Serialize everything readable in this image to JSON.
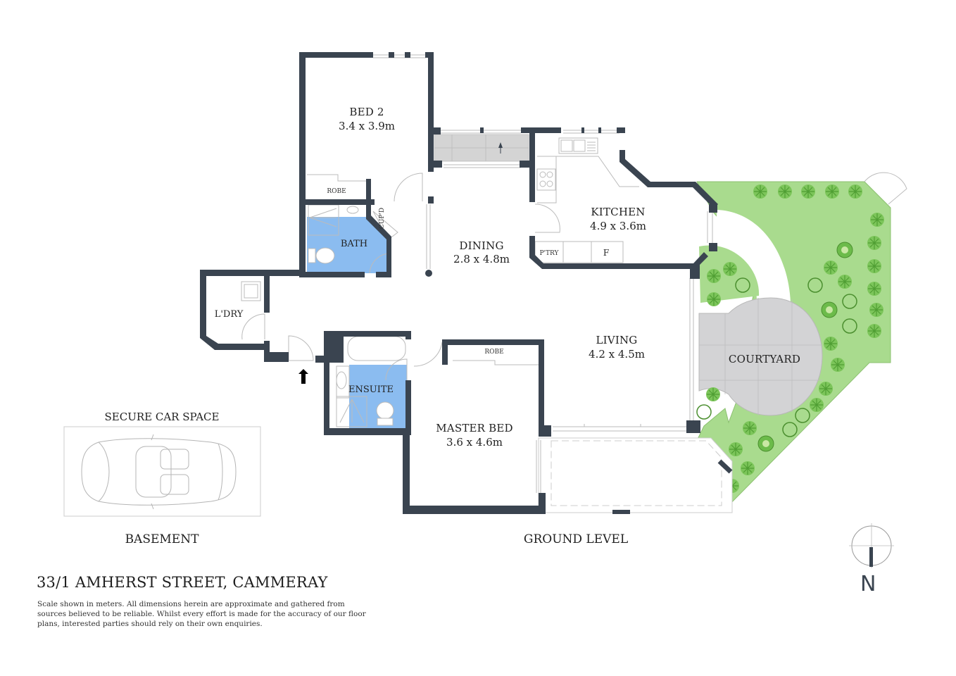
{
  "colors": {
    "wall": "#3a4450",
    "wet_area": "#8bbcf0",
    "garden": "#a5d98a",
    "paving": "#d3d3d5",
    "stair": "#d4d4d4",
    "fixture_line": "#bbbbbb"
  },
  "rooms": {
    "bed2": {
      "name": "BED 2",
      "dims": "3.4 x 3.9m"
    },
    "robe1": {
      "name": "ROBE"
    },
    "cupd": {
      "name": "CUP'D"
    },
    "bath": {
      "name": "BATH"
    },
    "dining": {
      "name": "DINING",
      "dims": "2.8 x 4.8m"
    },
    "kitchen": {
      "name": "KITCHEN",
      "dims": "4.9 x 3.6m"
    },
    "pantry": {
      "name": "P'TRY"
    },
    "fridge": {
      "name": "F"
    },
    "laundry": {
      "name": "L'DRY"
    },
    "living": {
      "name": "LIVING",
      "dims": "4.2 x 4.5m"
    },
    "ensuite": {
      "name": "ENSUITE"
    },
    "robe2": {
      "name": "ROBE"
    },
    "master": {
      "name": "MASTER BED",
      "dims": "3.6 x 4.6m"
    },
    "courtyard": {
      "name": "COURTYARD"
    }
  },
  "basement": {
    "car_space": "SECURE CAR SPACE",
    "label": "BASEMENT"
  },
  "ground_level": {
    "label": "GROUND LEVEL"
  },
  "north_label": "N",
  "property": {
    "address": "33/1 AMHERST STREET, CAMMERAY",
    "disclaimer": "Scale shown in meters. All dimensions herein are approximate and gathered from sources believed to be  reliable. Whilst every effort is made for the accuracy of our floor plans, interested parties should rely on their own enquiries."
  }
}
